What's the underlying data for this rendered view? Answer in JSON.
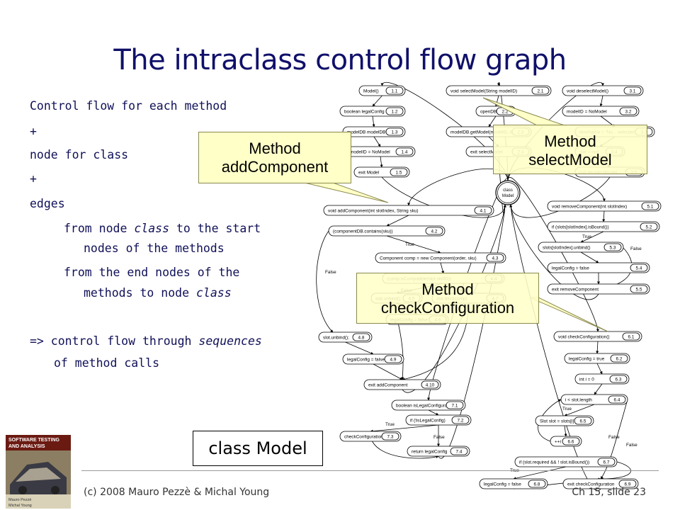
{
  "slide": {
    "title": "The intraclass control flow graph",
    "bullets": {
      "l1": "Control flow for each method",
      "plus1": "+",
      "l2": "node for class",
      "plus2": "+",
      "l3": "edges",
      "e1a_pre": "from node ",
      "e1a_em": "class",
      "e1a_post": " to the start",
      "e1b": "nodes of the methods",
      "e2a": "from the end nodes of the",
      "e2b_pre": "methods to node ",
      "e2b_em": "class",
      "c1_pre": "=> control flow through ",
      "c1_em": "sequences",
      "c2": "of method calls"
    },
    "class_label": "class Model",
    "footer_left": "(c) 2008 Mauro Pezzè & Michal Young",
    "footer_right": "Ch 15, slide 23",
    "logo": {
      "line1": "SOFTWARE TESTING",
      "line2": "AND ANALYSIS",
      "authors1": "Mauro Pezzè",
      "authors2": "Michal Young"
    }
  },
  "callouts": {
    "add": {
      "l1": "Method",
      "l2": "addComponent"
    },
    "select": {
      "l1": "Method",
      "l2": "selectModel"
    },
    "check": {
      "l1": "Method",
      "l2": "checkConfiguration"
    }
  },
  "class_node": {
    "l1": "class",
    "l2": "Model"
  },
  "graph": {
    "nodes": [
      {
        "id": "1.1",
        "label": "Model()"
      },
      {
        "id": "1.2",
        "label": "boolean legalConfig = false;"
      },
      {
        "id": "1.3",
        "label": "modelDB modelDB = null"
      },
      {
        "id": "1.4",
        "label": "modelID = NoModel"
      },
      {
        "id": "1.5",
        "label": "exit Model"
      },
      {
        "id": "2.1",
        "label": "void selectModel(String modelID)"
      },
      {
        "id": "2.2",
        "label": "openDB()"
      },
      {
        "id": "2.3",
        "label": "modelDB.getModel(modelID, this)"
      },
      {
        "id": "2.4",
        "label": "exit selectModel"
      },
      {
        "id": "3.1",
        "label": "void deselectModel()"
      },
      {
        "id": "3.2",
        "label": "modelID = NoModel"
      },
      {
        "id": "3.3",
        "label": "itemName = \"No... selected.\""
      },
      {
        "id": "3.4",
        "label": "slot = null"
      },
      {
        "id": "3.5",
        "label": "exit deselectModel"
      },
      {
        "id": "4.1",
        "label": "void addComponent(int slotIndex, String sku)"
      },
      {
        "id": "4.2",
        "label": "(componentDB.contains(sku))"
      },
      {
        "id": "4.3",
        "label": "Component comp = new Component(order, sku)"
      },
      {
        "id": "4.4",
        "label": "(comp.isCompatible(slot.slotID))"
      },
      {
        "id": "4.5",
        "label": "slot.unbind();"
      },
      {
        "id": "4.6",
        "label": "legalConfig = false;"
      },
      {
        "id": "4.7",
        "label": "slot.bind(comp)"
      },
      {
        "id": "4.8",
        "label": "slot.unbind();"
      },
      {
        "id": "4.9",
        "label": "legalConfig = false;"
      },
      {
        "id": "4.10",
        "label": "exit addComponent"
      },
      {
        "id": "5.1",
        "label": "void removeComponent(int slotIndex)"
      },
      {
        "id": "5.2",
        "label": "if (slots[slotIndex].isBound())"
      },
      {
        "id": "5.3",
        "label": "slots[slotIndex].unbind()"
      },
      {
        "id": "5.4",
        "label": "legalConfig = false"
      },
      {
        "id": "5.5",
        "label": "exit removeComponent"
      },
      {
        "id": "6.1",
        "label": "void checkConfiguration()"
      },
      {
        "id": "6.2",
        "label": "legalConfig = true"
      },
      {
        "id": "6.3",
        "label": "int i = 0"
      },
      {
        "id": "6.4",
        "label": "i < slot.length"
      },
      {
        "id": "6.5",
        "label": "Slot slot = slots[i]"
      },
      {
        "id": "6.6",
        "label": "++i"
      },
      {
        "id": "6.7",
        "label": "if (slot.required && ! slot.isBound())"
      },
      {
        "id": "6.8",
        "label": "legalConfig = false"
      },
      {
        "id": "6.9",
        "label": "exit checkConfiguration"
      },
      {
        "id": "7.1",
        "label": "boolean isLegalConfiguration()"
      },
      {
        "id": "7.2",
        "label": "if (!isLegalConfig)"
      },
      {
        "id": "7.3",
        "label": "checkConfiguration()"
      },
      {
        "id": "7.4",
        "label": "return legalConfig"
      }
    ],
    "edge_labels": {
      "true": "True",
      "false": "False"
    }
  }
}
